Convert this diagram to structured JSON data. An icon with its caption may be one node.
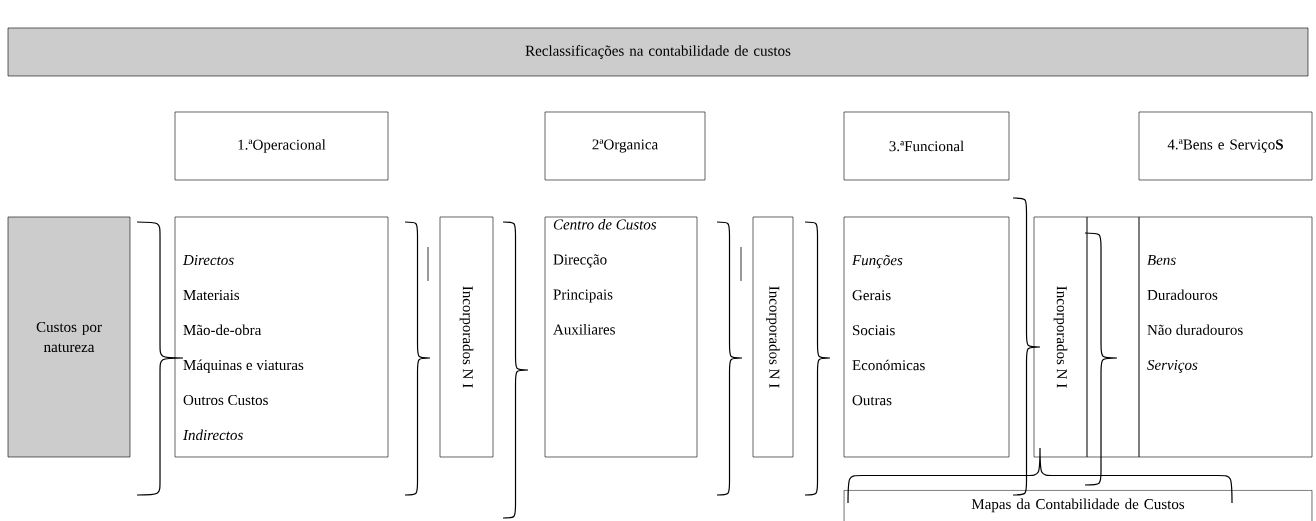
{
  "diagram": {
    "nodes": [
      {
        "text": [
          "Reclassificações na contabilidade de custos"
        ]
      },
      {
        "text": [
          "1.ªOperacional"
        ]
      },
      {
        "text": [
          "2ªOrganica"
        ]
      },
      {
        "text": [
          "3.ªFuncional"
        ]
      },
      {
        "text": [
          "4.ªBens e Serviço**S**"
        ]
      },
      {
        "text": [
          "Custos por natureza"
        ]
      },
      {
        "text": [
          "*Directos*",
          "Materiais",
          "Mão-de-obra",
          "Máquinas e viaturas",
          "Outros Custos",
          "*Indirectos*"
        ]
      },
      {
        "text": [
          "Incorporados N I"
        ]
      },
      {
        "text": [
          "*Centro de Custos*",
          "Direcção",
          "Principais",
          "Auxiliares"
        ]
      },
      {
        "text": [
          "Incorporados N I"
        ]
      },
      {
        "text": [
          "*Funções*",
          "Gerais",
          "Sociais",
          "Económicas",
          "Outras"
        ]
      },
      {
        "text": [
          "Incorporados N I"
        ]
      },
      {
        "text": [],
        "shape": "box"
      },
      {
        "text": [
          "*Bens*",
          "Duradouros",
          "Não duradouros",
          "*Serviços*"
        ]
      },
      {
        "text": [
          "Mapas da Contabilidade de Custos"
        ]
      }
    ]
  }
}
